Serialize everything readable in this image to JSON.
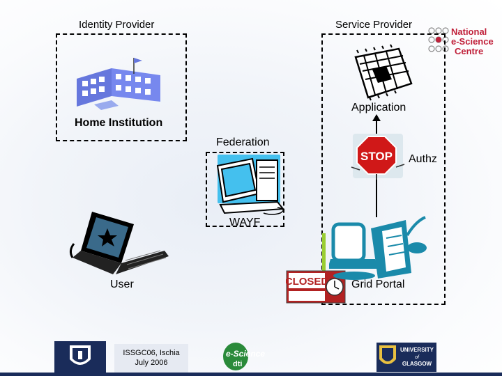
{
  "labels": {
    "identity_provider": "Identity Provider",
    "service_provider": "Service Provider",
    "home_institution": "Home Institution",
    "application": "Application",
    "federation": "Federation",
    "authz": "Authz",
    "wayf": "WAYF",
    "user": "User",
    "grid_portal": "Grid Portal"
  },
  "logo_nesc": {
    "line1": "National",
    "line2": "e-Science",
    "line3": "Centre"
  },
  "stop_sign": {
    "text": "STOP"
  },
  "closed_sign": {
    "text": "CLOSED"
  },
  "footer": {
    "line1": "ISSGC06, Ischia",
    "line2": "July 2006",
    "escience_logo": "e-Science",
    "escience_sub": "dti",
    "glasgow_line1": "UNIVERSITY",
    "glasgow_line2": "of",
    "glasgow_line3": "GLASGOW"
  },
  "colors": {
    "accent_blue": "#1a2c5a",
    "logo_red": "#c0203a",
    "stop_red": "#d01818",
    "building_blue": "#6677dd",
    "green_bar": "#9acd32"
  }
}
